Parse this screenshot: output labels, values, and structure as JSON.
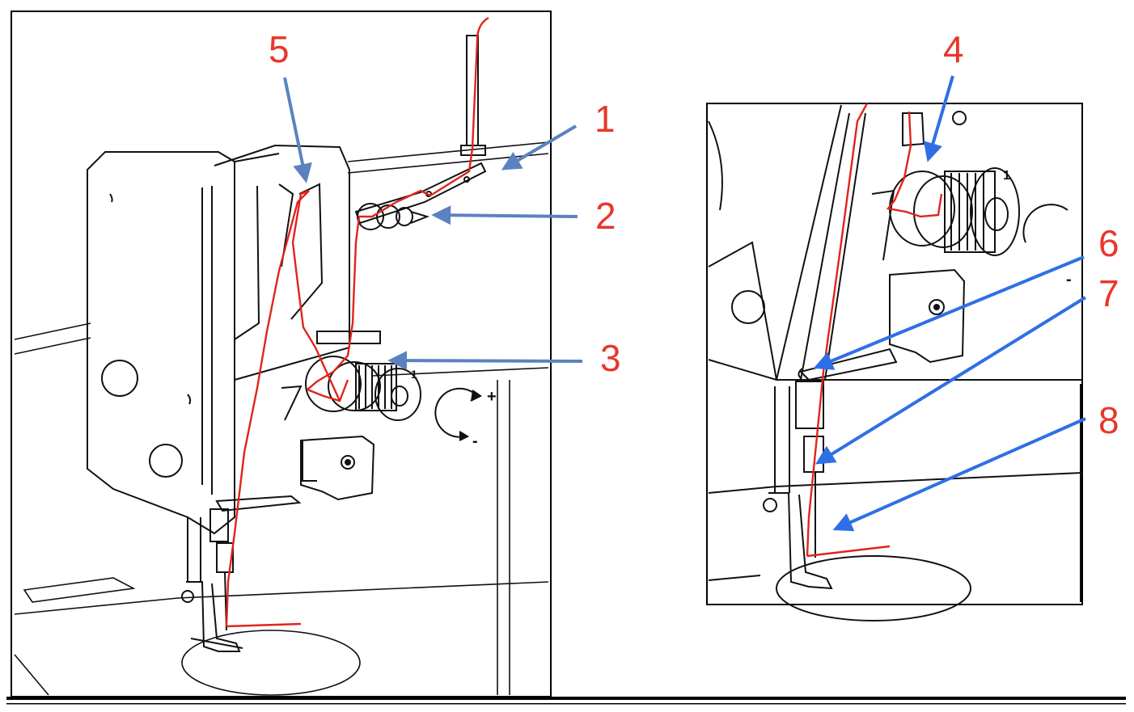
{
  "colors": {
    "callout_text": "#e8372a",
    "arrow_steel": "#5b82c0",
    "arrow_blue": "#2f6fe6",
    "thread": "#e0241c",
    "ink": "#111111",
    "frame": "#000000"
  },
  "left_panel": {
    "callouts": [
      {
        "id": "1",
        "label": "1"
      },
      {
        "id": "2",
        "label": "2"
      },
      {
        "id": "3",
        "label": "3"
      },
      {
        "id": "5",
        "label": "5"
      }
    ],
    "knob_number": "1",
    "rotation_plus": "+",
    "rotation_minus": "-"
  },
  "right_panel": {
    "callouts": [
      {
        "id": "4",
        "label": "4"
      },
      {
        "id": "6",
        "label": "6"
      },
      {
        "id": "7",
        "label": "7"
      },
      {
        "id": "8",
        "label": "8"
      }
    ],
    "knob_number": "1",
    "rotation_minus": "-"
  }
}
